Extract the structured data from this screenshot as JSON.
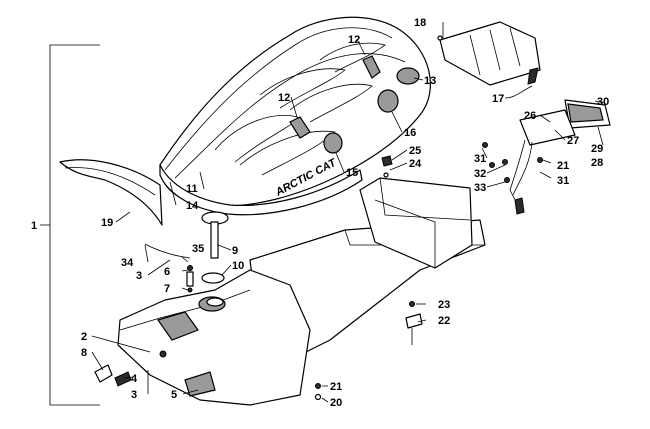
{
  "diagram": {
    "brand_logo": "ARCTIC CAT",
    "callouts": [
      {
        "id": "c1",
        "label": "1"
      },
      {
        "id": "c2",
        "label": "2"
      },
      {
        "id": "c3a",
        "label": "3"
      },
      {
        "id": "c3b",
        "label": "3"
      },
      {
        "id": "c4",
        "label": "4"
      },
      {
        "id": "c5",
        "label": "5"
      },
      {
        "id": "c6",
        "label": "6"
      },
      {
        "id": "c7",
        "label": "7"
      },
      {
        "id": "c8",
        "label": "8"
      },
      {
        "id": "c9",
        "label": "9"
      },
      {
        "id": "c10",
        "label": "10"
      },
      {
        "id": "c11",
        "label": "11"
      },
      {
        "id": "c12a",
        "label": "12"
      },
      {
        "id": "c12b",
        "label": "12"
      },
      {
        "id": "c13",
        "label": "13"
      },
      {
        "id": "c14",
        "label": "14"
      },
      {
        "id": "c15",
        "label": "15"
      },
      {
        "id": "c16",
        "label": "16"
      },
      {
        "id": "c17",
        "label": "17"
      },
      {
        "id": "c18",
        "label": "18"
      },
      {
        "id": "c19",
        "label": "19"
      },
      {
        "id": "c20",
        "label": "20"
      },
      {
        "id": "c21a",
        "label": "21"
      },
      {
        "id": "c21b",
        "label": "21"
      },
      {
        "id": "c22",
        "label": "22"
      },
      {
        "id": "c23",
        "label": "23"
      },
      {
        "id": "c24",
        "label": "24"
      },
      {
        "id": "c25",
        "label": "25"
      },
      {
        "id": "c26",
        "label": "26"
      },
      {
        "id": "c27",
        "label": "27"
      },
      {
        "id": "c28",
        "label": "28"
      },
      {
        "id": "c29",
        "label": "29"
      },
      {
        "id": "c30",
        "label": "30"
      },
      {
        "id": "c31a",
        "label": "31"
      },
      {
        "id": "c31b",
        "label": "31"
      },
      {
        "id": "c32",
        "label": "32"
      },
      {
        "id": "c33",
        "label": "33"
      },
      {
        "id": "c34",
        "label": "34"
      },
      {
        "id": "c35",
        "label": "35"
      }
    ]
  }
}
